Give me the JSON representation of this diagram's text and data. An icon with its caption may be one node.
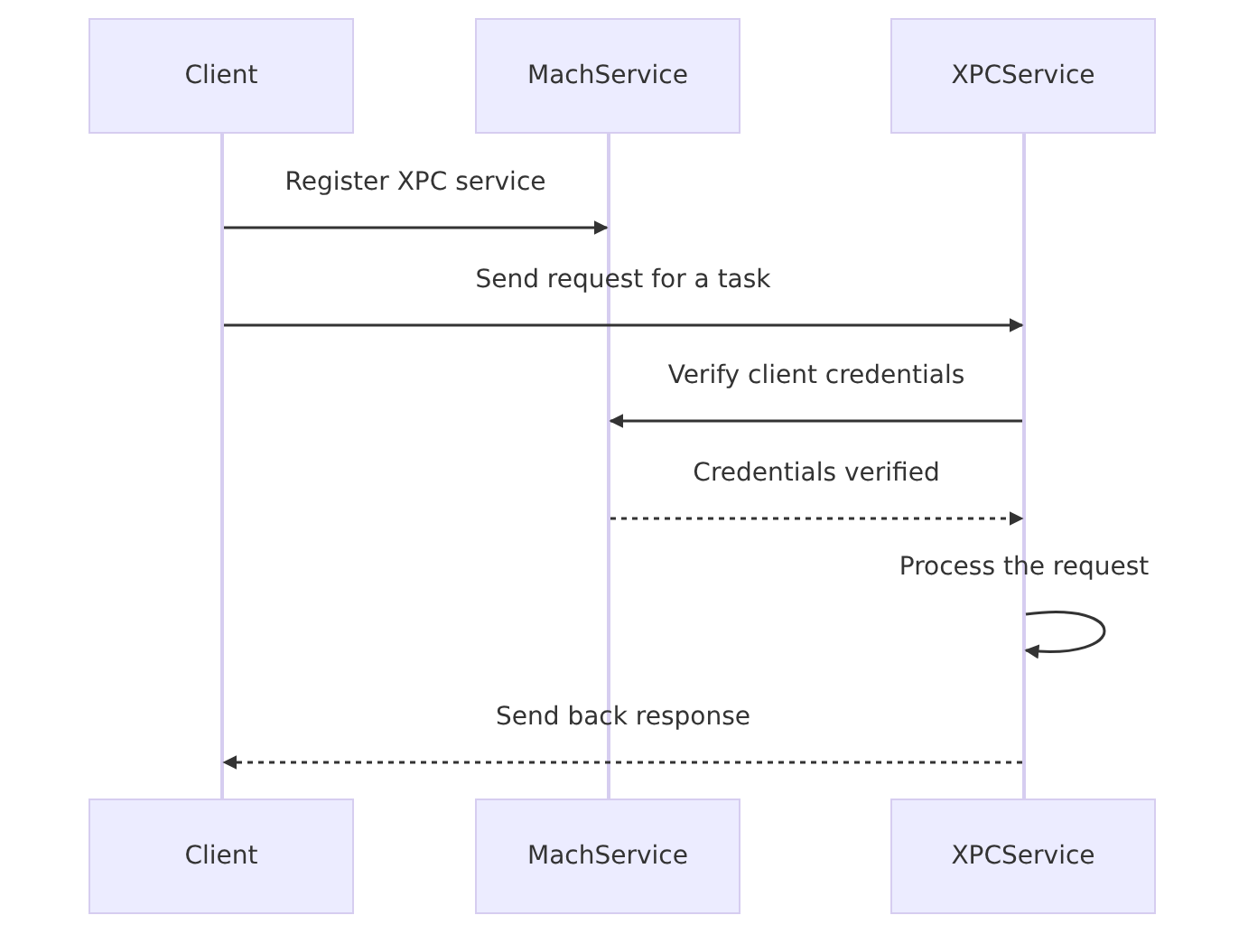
{
  "diagram": {
    "nodes": [
      {
        "text": [
          "Client"
        ]
      },
      {
        "text": [
          "MachService"
        ]
      },
      {
        "text": [
          "XPCService"
        ]
      },
      {
        "text": [
          "Client"
        ]
      },
      {
        "text": [
          "MachService"
        ]
      },
      {
        "text": [
          "XPCService"
        ]
      },
      {
        "text": [],
        "shape": "bar"
      },
      {
        "text": [],
        "shape": "bar"
      },
      {
        "text": [],
        "shape": "bar"
      }
    ],
    "edges": [
      {
        "from": 6,
        "to": 7,
        "arrow": "to",
        "label": "Register XPC service"
      },
      {
        "from": 6,
        "to": 8,
        "arrow": "to",
        "label": "Send request for a task"
      },
      {
        "from": 8,
        "to": 7,
        "arrow": "to",
        "label": "Verify client credentials"
      },
      {
        "from": 7,
        "to": 8,
        "arrow": "to",
        "label": "Credentials verified",
        "style": "dashed"
      },
      {
        "from": 8,
        "to": 8,
        "arrow": "to",
        "label": "Process the request"
      },
      {
        "from": 8,
        "to": 6,
        "arrow": "to",
        "label": "Send back response",
        "style": "dashed"
      }
    ]
  }
}
